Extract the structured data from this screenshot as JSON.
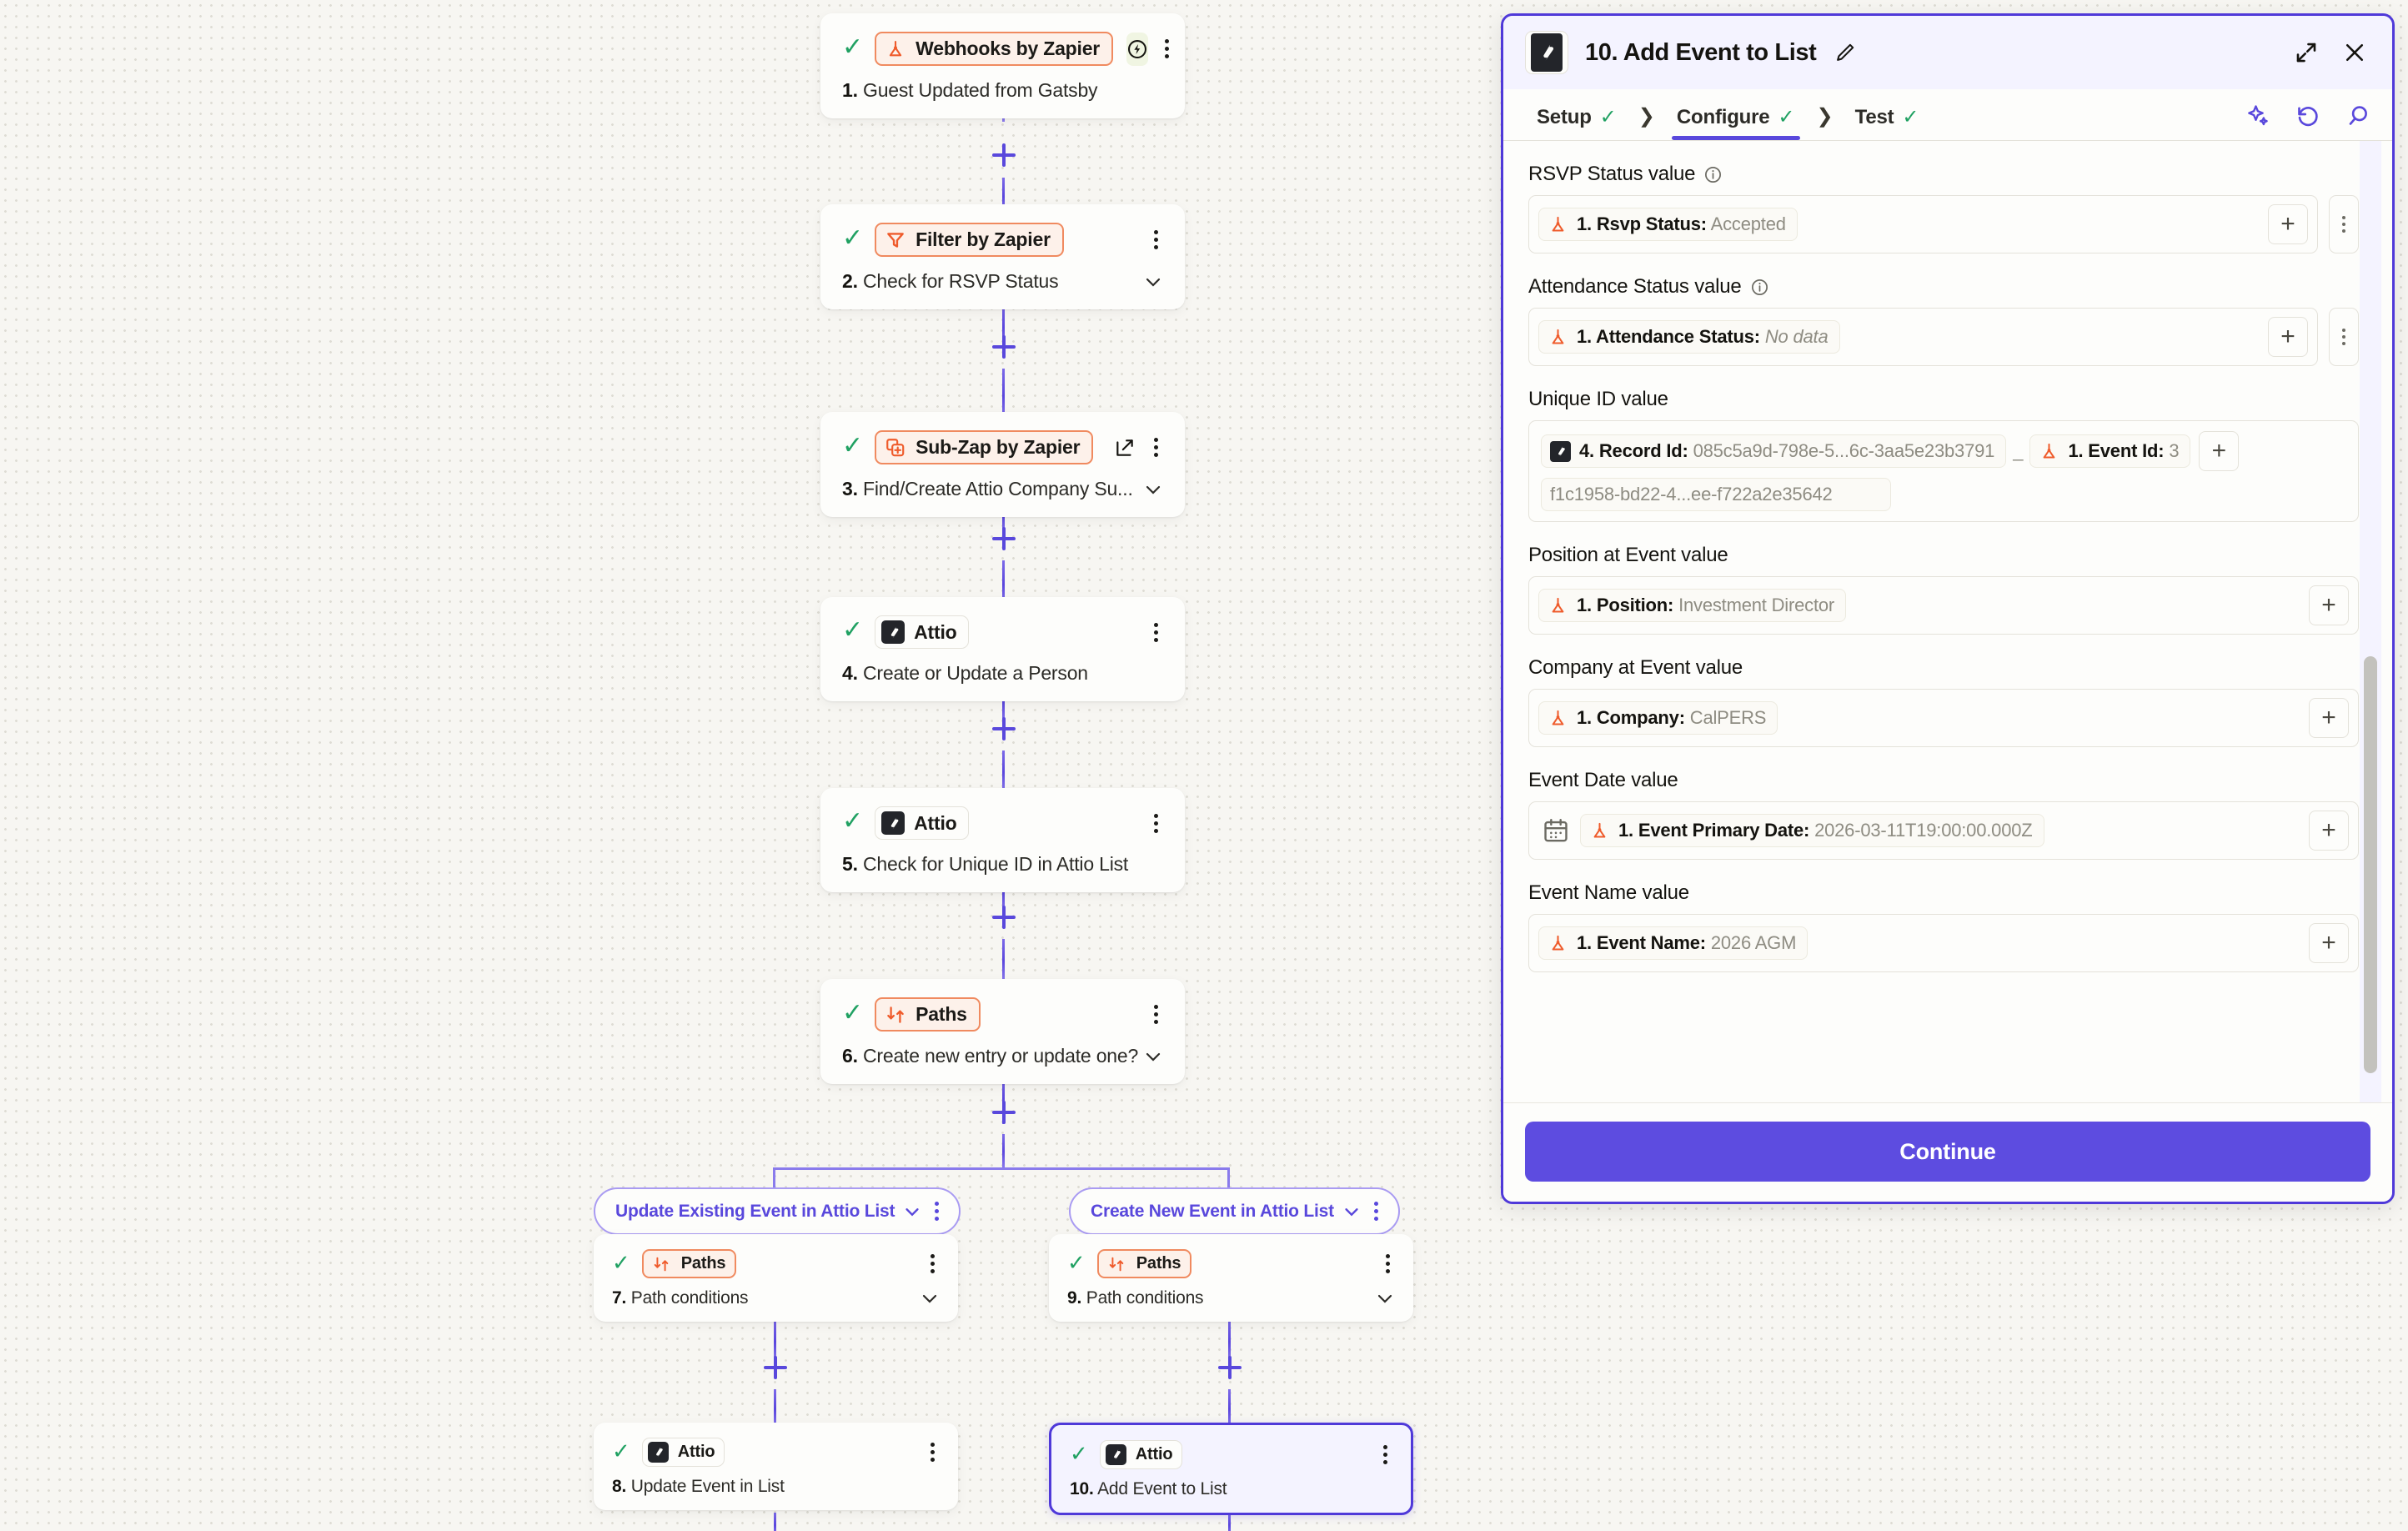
{
  "canvas": {
    "nodes": [
      {
        "id": "n1",
        "app": "Webhooks by Zapier",
        "app_kind": "zapier",
        "title_num": "1.",
        "title": "Guest Updated from Gatsby",
        "has_bolt": true,
        "has_chevron": false,
        "has_external": false,
        "selected": false
      },
      {
        "id": "n2",
        "app": "Filter by Zapier",
        "app_kind": "zapier-filter",
        "title_num": "2.",
        "title": "Check for RSVP Status",
        "has_bolt": false,
        "has_chevron": true,
        "has_external": false,
        "selected": false
      },
      {
        "id": "n3",
        "app": "Sub-Zap by Zapier",
        "app_kind": "zapier-subzap",
        "title_num": "3.",
        "title": "Find/Create Attio Company Su...",
        "has_bolt": false,
        "has_chevron": true,
        "has_external": true,
        "selected": false
      },
      {
        "id": "n4",
        "app": "Attio",
        "app_kind": "attio",
        "title_num": "4.",
        "title": "Create or Update a Person",
        "has_bolt": false,
        "has_chevron": false,
        "has_external": false,
        "selected": false
      },
      {
        "id": "n5",
        "app": "Attio",
        "app_kind": "attio",
        "title_num": "5.",
        "title": "Check for Unique ID in Attio List",
        "has_bolt": false,
        "has_chevron": false,
        "has_external": false,
        "selected": false
      },
      {
        "id": "n6",
        "app": "Paths",
        "app_kind": "paths",
        "title_num": "6.",
        "title": "Create new entry or update one?",
        "has_bolt": false,
        "has_chevron": true,
        "has_external": false,
        "selected": false
      },
      {
        "id": "n7",
        "app": "Paths",
        "app_kind": "paths",
        "title_num": "7.",
        "title": "Path conditions",
        "has_bolt": false,
        "has_chevron": true,
        "has_external": false,
        "selected": false
      },
      {
        "id": "n9",
        "app": "Paths",
        "app_kind": "paths",
        "title_num": "9.",
        "title": "Path conditions",
        "has_bolt": false,
        "has_chevron": true,
        "has_external": false,
        "selected": false
      },
      {
        "id": "n8",
        "app": "Attio",
        "app_kind": "attio",
        "title_num": "8.",
        "title": "Update Event in List",
        "has_bolt": false,
        "has_chevron": false,
        "has_external": false,
        "selected": false
      },
      {
        "id": "n10",
        "app": "Attio",
        "app_kind": "attio",
        "title_num": "10.",
        "title": "Add Event to List",
        "has_bolt": false,
        "has_chevron": false,
        "has_external": false,
        "selected": true
      }
    ],
    "path_pills": [
      {
        "id": "pl",
        "label": "Update Existing Event in Attio List"
      },
      {
        "id": "pr",
        "label": "Create New Event in Attio List"
      }
    ]
  },
  "panel": {
    "title": "10. Add Event to List",
    "icons": {
      "edit": "pencil-icon",
      "expand": "expand-icon",
      "close": "close-icon",
      "ai": "ai-sparkle-icon",
      "revert": "revert-icon",
      "search": "search-icon"
    },
    "tabs": [
      {
        "label": "Setup",
        "checked": true,
        "active": false
      },
      {
        "label": "Configure",
        "checked": true,
        "active": true
      },
      {
        "label": "Test",
        "checked": true,
        "active": false
      }
    ],
    "fields": [
      {
        "label": "RSVP Status value",
        "info": true,
        "has_options": true,
        "has_calendar": false,
        "tokens": [
          {
            "icon": "zapier",
            "name": "1. Rsvp Status:",
            "value": "Accepted",
            "italic": false
          }
        ]
      },
      {
        "label": "Attendance Status value",
        "info": true,
        "has_options": true,
        "has_calendar": false,
        "tokens": [
          {
            "icon": "zapier",
            "name": "1. Attendance Status:",
            "value": "No data",
            "italic": true
          }
        ]
      },
      {
        "label": "Unique ID value",
        "info": false,
        "has_options": false,
        "has_calendar": false,
        "separator": "_",
        "tokens": [
          {
            "icon": "attio",
            "name": "4. Record Id:",
            "value": "085c5a9d-798e-5...6c-3aa5e23b3791",
            "italic": false
          },
          {
            "icon": "zapier",
            "name": "1. Event Id:",
            "value": "3",
            "italic": false
          },
          {
            "icon": "none",
            "name": "",
            "value": "f1c1958-bd22-4...ee-f722a2e35642",
            "italic": false
          }
        ]
      },
      {
        "label": "Position at Event value",
        "info": false,
        "has_options": false,
        "has_calendar": false,
        "tokens": [
          {
            "icon": "zapier",
            "name": "1. Position:",
            "value": "Investment Director",
            "italic": false
          }
        ]
      },
      {
        "label": "Company at Event value",
        "info": false,
        "has_options": false,
        "has_calendar": false,
        "tokens": [
          {
            "icon": "zapier",
            "name": "1. Company:",
            "value": "CalPERS",
            "italic": false
          }
        ]
      },
      {
        "label": "Event Date value",
        "info": false,
        "has_options": false,
        "has_calendar": true,
        "tokens": [
          {
            "icon": "zapier",
            "name": "1. Event Primary Date:",
            "value": "2026-03-11T19:00:00.000Z",
            "italic": false
          }
        ]
      },
      {
        "label": "Event Name value",
        "info": false,
        "has_options": false,
        "has_calendar": false,
        "tokens": [
          {
            "icon": "zapier",
            "name": "1. Event Name:",
            "value": "2026 AGM",
            "italic": false
          }
        ]
      }
    ],
    "continue_label": "Continue"
  },
  "colors": {
    "accent": "#5948dc",
    "accent_dark": "#4f39d9",
    "zapier_orange": "#ef5b2b",
    "check_green": "#20a162",
    "canvas_bg": "#f7f6f2",
    "card_bg": "#fdfdfb"
  }
}
